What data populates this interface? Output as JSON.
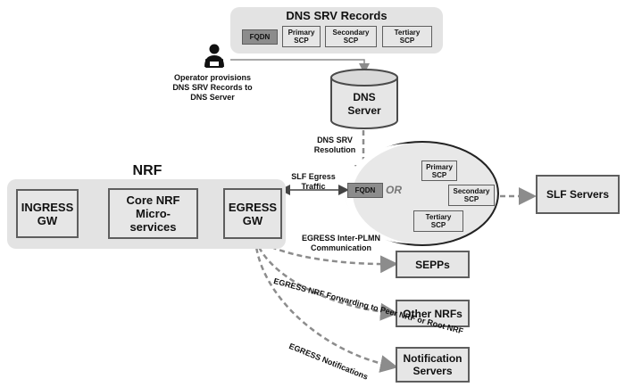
{
  "dns_records": {
    "title": "DNS SRV Records",
    "fqdn": "FQDN",
    "primary": "Primary\nSCP",
    "secondary": "Secondary\nSCP",
    "tertiary": "Tertiary\nSCP"
  },
  "operator_note": "Operator provisions\nDNS SRV Records to\nDNS Server",
  "dns_server": "DNS\nServer",
  "dns_resolution": "DNS SRV\nResolution",
  "nrf": {
    "title": "NRF",
    "ingress": "INGRESS\nGW",
    "core": "Core NRF\nMicro-\nservices",
    "egress": "EGRESS\nGW"
  },
  "slf_egress": "SLF Egress\nTraffic",
  "scp_group": {
    "fqdn": "FQDN",
    "or": "OR",
    "primary": "Primary\nSCP",
    "secondary": "Secondary\nSCP",
    "tertiary": "Tertiary\nSCP"
  },
  "targets": {
    "slf": "SLF Servers",
    "sepps": "SEPPs",
    "other_nrfs": "Other NRFs",
    "notification": "Notification\nServers"
  },
  "edge_labels": {
    "inter_plmn": "EGRESS Inter-PLMN\nCommunication",
    "forwarding": "EGRESS NRF Forwarding to\nPeer NRF or Root NRF",
    "notifications": "EGRESS Notifications"
  },
  "colors": {
    "panel": "#e3e3e3",
    "box": "#e6e6e6",
    "border": "#5e5e5e",
    "dark": "#8c8c8c",
    "dashed": "#8c8c8c"
  }
}
